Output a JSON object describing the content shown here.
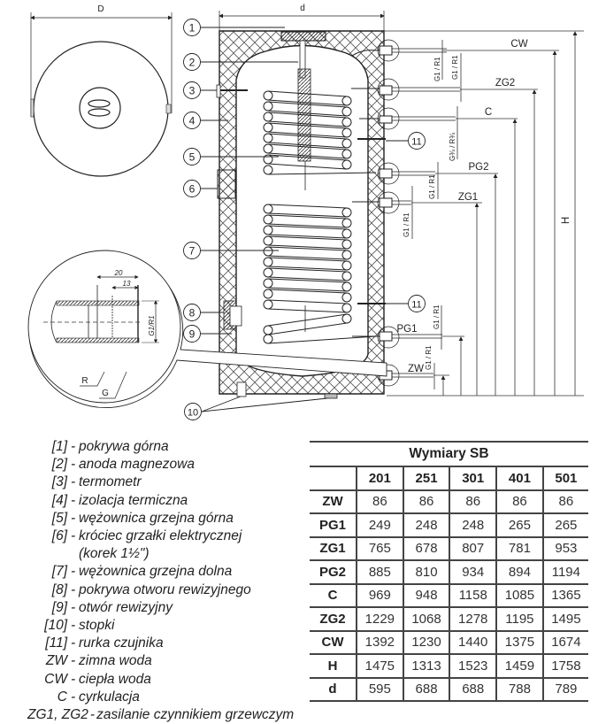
{
  "diagram": {
    "top_view_dimension_label": "D",
    "side_view_width_label": "d",
    "height_label": "H",
    "callouts": [
      "1",
      "2",
      "3",
      "4",
      "5",
      "6",
      "7",
      "8",
      "9",
      "10",
      "11"
    ],
    "connection_labels": {
      "cw": "CW",
      "zg2": "ZG2",
      "c": "C",
      "pg2": "PG2",
      "zg1": "ZG1",
      "pg1": "PG1",
      "zw": "ZW"
    },
    "thread_labels": {
      "g1_r1": "G1 / R1",
      "g34_r34": "G¾ / R¾"
    },
    "detail": {
      "dim_outer": "20",
      "dim_inner": "13",
      "thread": "G1/R1",
      "r_label": "R",
      "g_label": "G"
    },
    "colors": {
      "line": "#2a2a2a",
      "insulation_hatch": "#555555"
    }
  },
  "legend": [
    {
      "key": "[1]",
      "text": "pokrywa górna"
    },
    {
      "key": "[2]",
      "text": "anoda magnezowa"
    },
    {
      "key": "[3]",
      "text": "termometr"
    },
    {
      "key": "[4]",
      "text": "izolacja termiczna"
    },
    {
      "key": "[5]",
      "text": "wężownica grzejna górna"
    },
    {
      "key": "[6]",
      "text": "króciec grzałki elektrycznej"
    },
    {
      "key": "",
      "text": "(korek 1½\")"
    },
    {
      "key": "[7]",
      "text": "wężownica grzejna dolna"
    },
    {
      "key": "[8]",
      "text": "pokrywa otworu rewizyjnego"
    },
    {
      "key": "[9]",
      "text": "otwór rewizyjny"
    },
    {
      "key": "[10]",
      "text": "stopki"
    },
    {
      "key": "[11]",
      "text": "rurka czujnika"
    },
    {
      "key": "ZW",
      "text": "zimna woda"
    },
    {
      "key": "CW",
      "text": "ciepła woda"
    },
    {
      "key": "C",
      "text": "cyrkulacja"
    }
  ],
  "legend_last": {
    "key": "ZG1, ZG2",
    "text": "zasilanie czynnikiem grzewczym"
  },
  "legend_separator": "-",
  "table": {
    "title": "Wymiary SB",
    "columns": [
      "201",
      "251",
      "301",
      "401",
      "501"
    ],
    "rows": [
      {
        "label": "ZW",
        "values": [
          "86",
          "86",
          "86",
          "86",
          "86"
        ]
      },
      {
        "label": "PG1",
        "values": [
          "249",
          "248",
          "248",
          "265",
          "265"
        ]
      },
      {
        "label": "ZG1",
        "values": [
          "765",
          "678",
          "807",
          "781",
          "953"
        ]
      },
      {
        "label": "PG2",
        "values": [
          "885",
          "810",
          "934",
          "894",
          "1194"
        ]
      },
      {
        "label": "C",
        "values": [
          "969",
          "948",
          "1158",
          "1085",
          "1365"
        ]
      },
      {
        "label": "ZG2",
        "values": [
          "1229",
          "1068",
          "1278",
          "1195",
          "1495"
        ]
      },
      {
        "label": "CW",
        "values": [
          "1392",
          "1230",
          "1440",
          "1375",
          "1674"
        ]
      },
      {
        "label": "H",
        "values": [
          "1475",
          "1313",
          "1523",
          "1459",
          "1758"
        ]
      },
      {
        "label": "d",
        "values": [
          "595",
          "688",
          "688",
          "788",
          "789"
        ]
      }
    ]
  }
}
